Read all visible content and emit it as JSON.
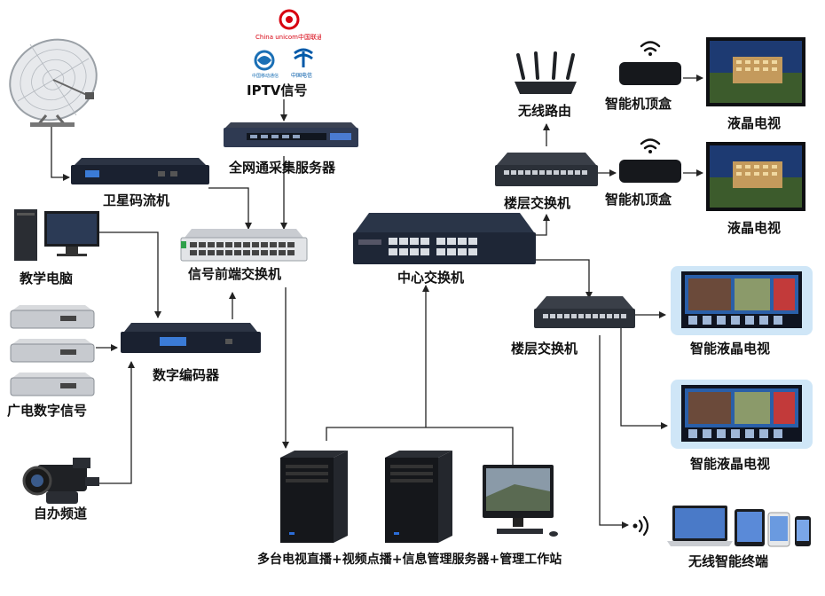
{
  "labels": {
    "iptv": "IPTV信号",
    "capture_server": "全网通采集服务器",
    "satellite_receiver": "卫星码流机",
    "front_switch": "信号前端交换机",
    "teaching_pc": "教学电脑",
    "digital_encoder": "数字编码器",
    "broadcast_digital": "广电数字信号",
    "own_channel": "自办频道",
    "core_switch": "中心交换机",
    "floor_switch_top": "楼层交换机",
    "floor_switch_mid": "楼层交换机",
    "wireless_router": "无线路由",
    "stb_1": "智能机顶盒",
    "stb_2": "智能机顶盒",
    "lcd_tv_1": "液晶电视",
    "lcd_tv_2": "液晶电视",
    "smart_tv_1": "智能液晶电视",
    "smart_tv_2": "智能液晶电视",
    "servers": "多台电视直播+视频点播+信息管理服务器+管理工作站",
    "wireless_terminals": "无线智能终端"
  },
  "logos": {
    "unicom_text": "China unicom中国联通",
    "mobile_text": "中国移动通信",
    "telecom_text": "中国电信"
  },
  "colors": {
    "wire": "#222222",
    "device_dark": "#1c2233",
    "tv_screen_blue": "#2a5fa8",
    "unicom_red": "#d7000f",
    "mobile_blue": "#1a6fb5",
    "telecom_blue": "#0059a8"
  }
}
